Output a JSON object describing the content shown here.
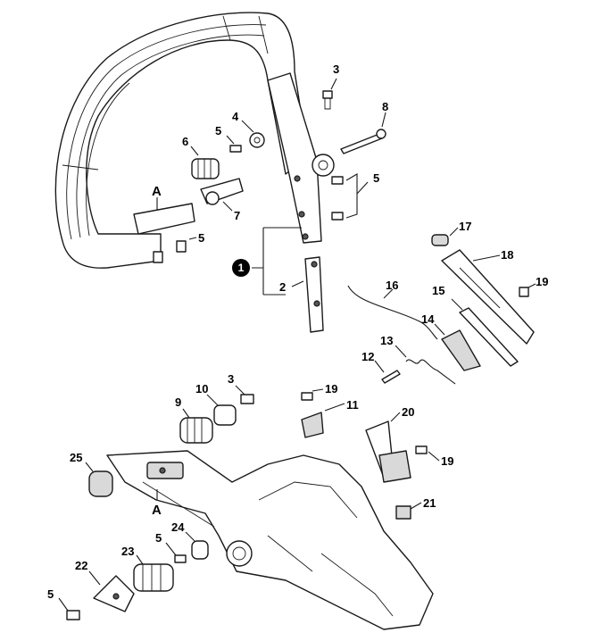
{
  "callouts": {
    "c1": "1",
    "c2": "2",
    "c3a": "3",
    "c3b": "3",
    "c4": "4",
    "c5a": "5",
    "c5b": "5",
    "c5c": "5",
    "c5d": "5",
    "c5e": "5",
    "c6": "6",
    "c7": "7",
    "c8": "8",
    "c9": "9",
    "c10": "10",
    "c11": "11",
    "c12": "12",
    "c13": "13",
    "c14": "14",
    "c15": "15",
    "c16": "16",
    "c17": "17",
    "c18": "18",
    "c19a": "19",
    "c19b": "19",
    "c19c": "19",
    "c20": "20",
    "c21": "21",
    "c22": "22",
    "c23": "23",
    "c24": "24",
    "c25": "25"
  },
  "refs": {
    "a_top": "A",
    "a_bottom": "A"
  }
}
